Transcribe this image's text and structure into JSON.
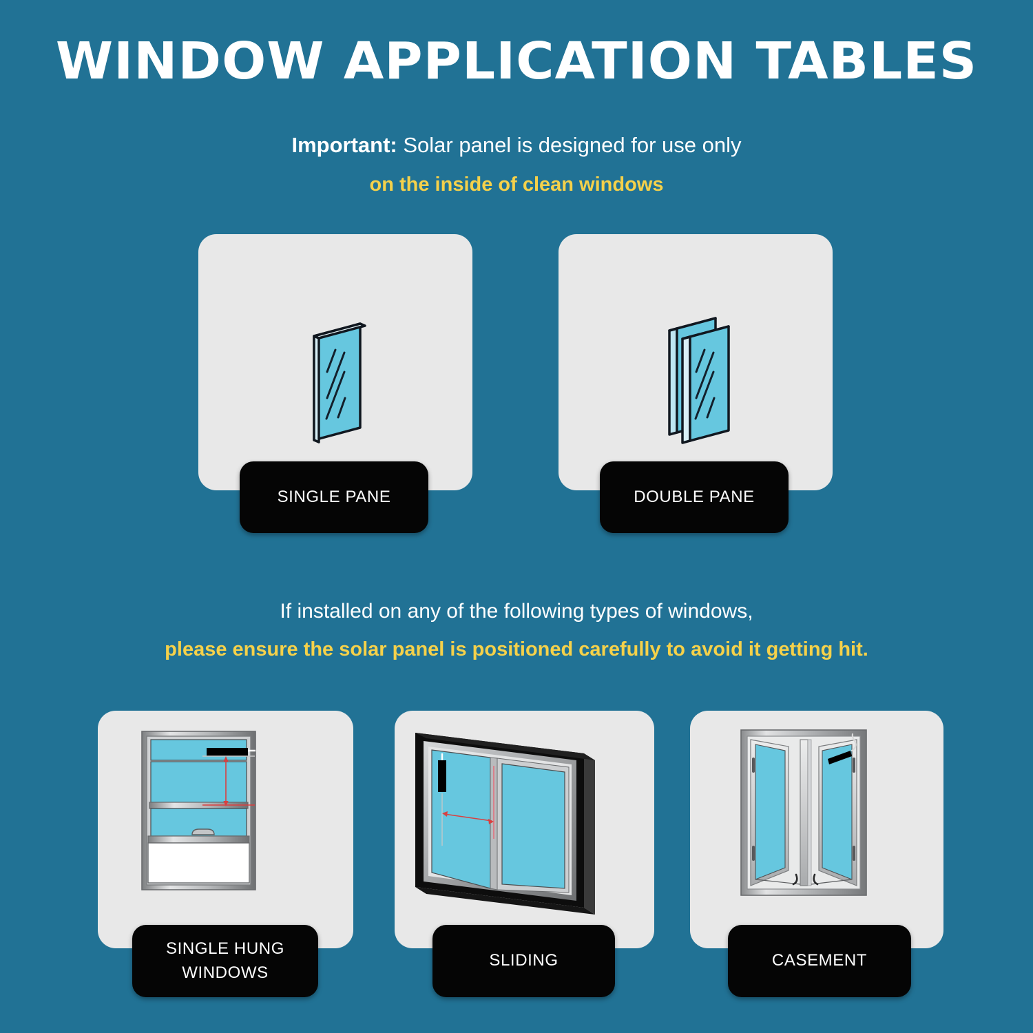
{
  "header": {
    "title": "WINDOW APPLICATION TABLES",
    "important_label": "Important:",
    "important_text": " Solar panel is designed for use only",
    "important_highlight": "on the inside of clean windows"
  },
  "middle_note": {
    "line1": "If installed on any of the following types of windows,",
    "line2": "please ensure the solar panel is positioned carefully to avoid it getting hit."
  },
  "pane_cards": [
    {
      "label": "SINGLE PANE",
      "icon": "single-pane-glass-icon"
    },
    {
      "label": "DOUBLE PANE",
      "icon": "double-pane-glass-icon"
    }
  ],
  "window_cards": [
    {
      "label": "SINGLE HUNG\nWINDOWS",
      "label_line1": "SINGLE HUNG",
      "label_line2": "WINDOWS",
      "icon": "single-hung-window-icon"
    },
    {
      "label": "SLIDING",
      "icon": "sliding-window-icon"
    },
    {
      "label": "CASEMENT",
      "icon": "casement-window-icon"
    }
  ],
  "colors": {
    "background": "#217295",
    "card": "#E8E8E8",
    "chip": "#050505",
    "chip_text": "#FFFFFF",
    "highlight_yellow": "#F5D14A",
    "glass_blue": "#66C7DF",
    "solar_panel": "#000000",
    "measure_arrow": "#D94040",
    "frame_grey": "#A8AAAC"
  }
}
